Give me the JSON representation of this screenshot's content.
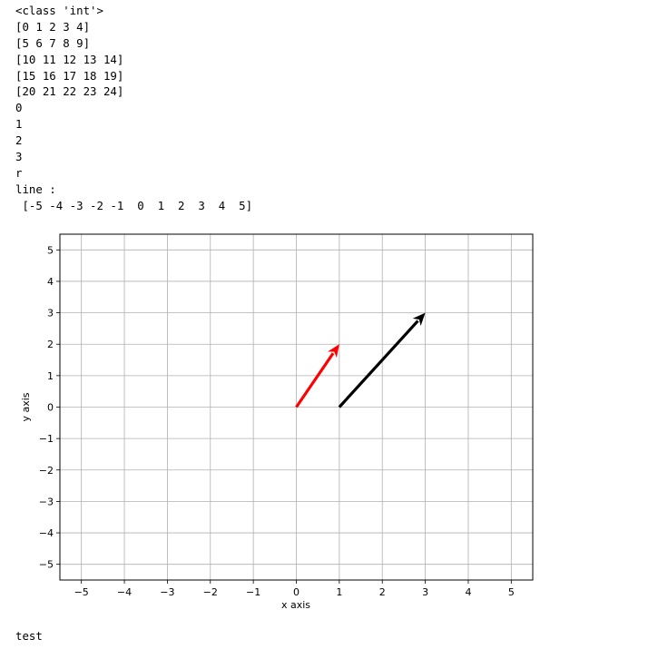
{
  "output_lines": [
    "<class 'int'>",
    "[0 1 2 3 4]",
    "[5 6 7 8 9]",
    "[10 11 12 13 14]",
    "[15 16 17 18 19]",
    "[20 21 22 23 24]",
    "0",
    "1",
    "2",
    "3",
    "r",
    "line :",
    " [-5 -4 -3 -2 -1  0  1  2  3  4  5]"
  ],
  "chart_data": {
    "type": "quiver",
    "xlabel": "x axis",
    "ylabel": "y axis",
    "xlim": [
      -5.5,
      5.5
    ],
    "ylim": [
      -5.5,
      5.5
    ],
    "xticks": [
      -5,
      -4,
      -3,
      -2,
      -1,
      0,
      1,
      2,
      3,
      4,
      5
    ],
    "yticks": [
      -5,
      -4,
      -3,
      -2,
      -1,
      0,
      1,
      2,
      3,
      4,
      5
    ],
    "grid": true,
    "arrows": [
      {
        "x": 0,
        "y": 0,
        "u": 1,
        "v": 2,
        "color": "#ff0000"
      },
      {
        "x": 1,
        "y": 0,
        "u": 2,
        "v": 3,
        "color": "#000000"
      }
    ]
  },
  "footer": {
    "text": "test"
  }
}
